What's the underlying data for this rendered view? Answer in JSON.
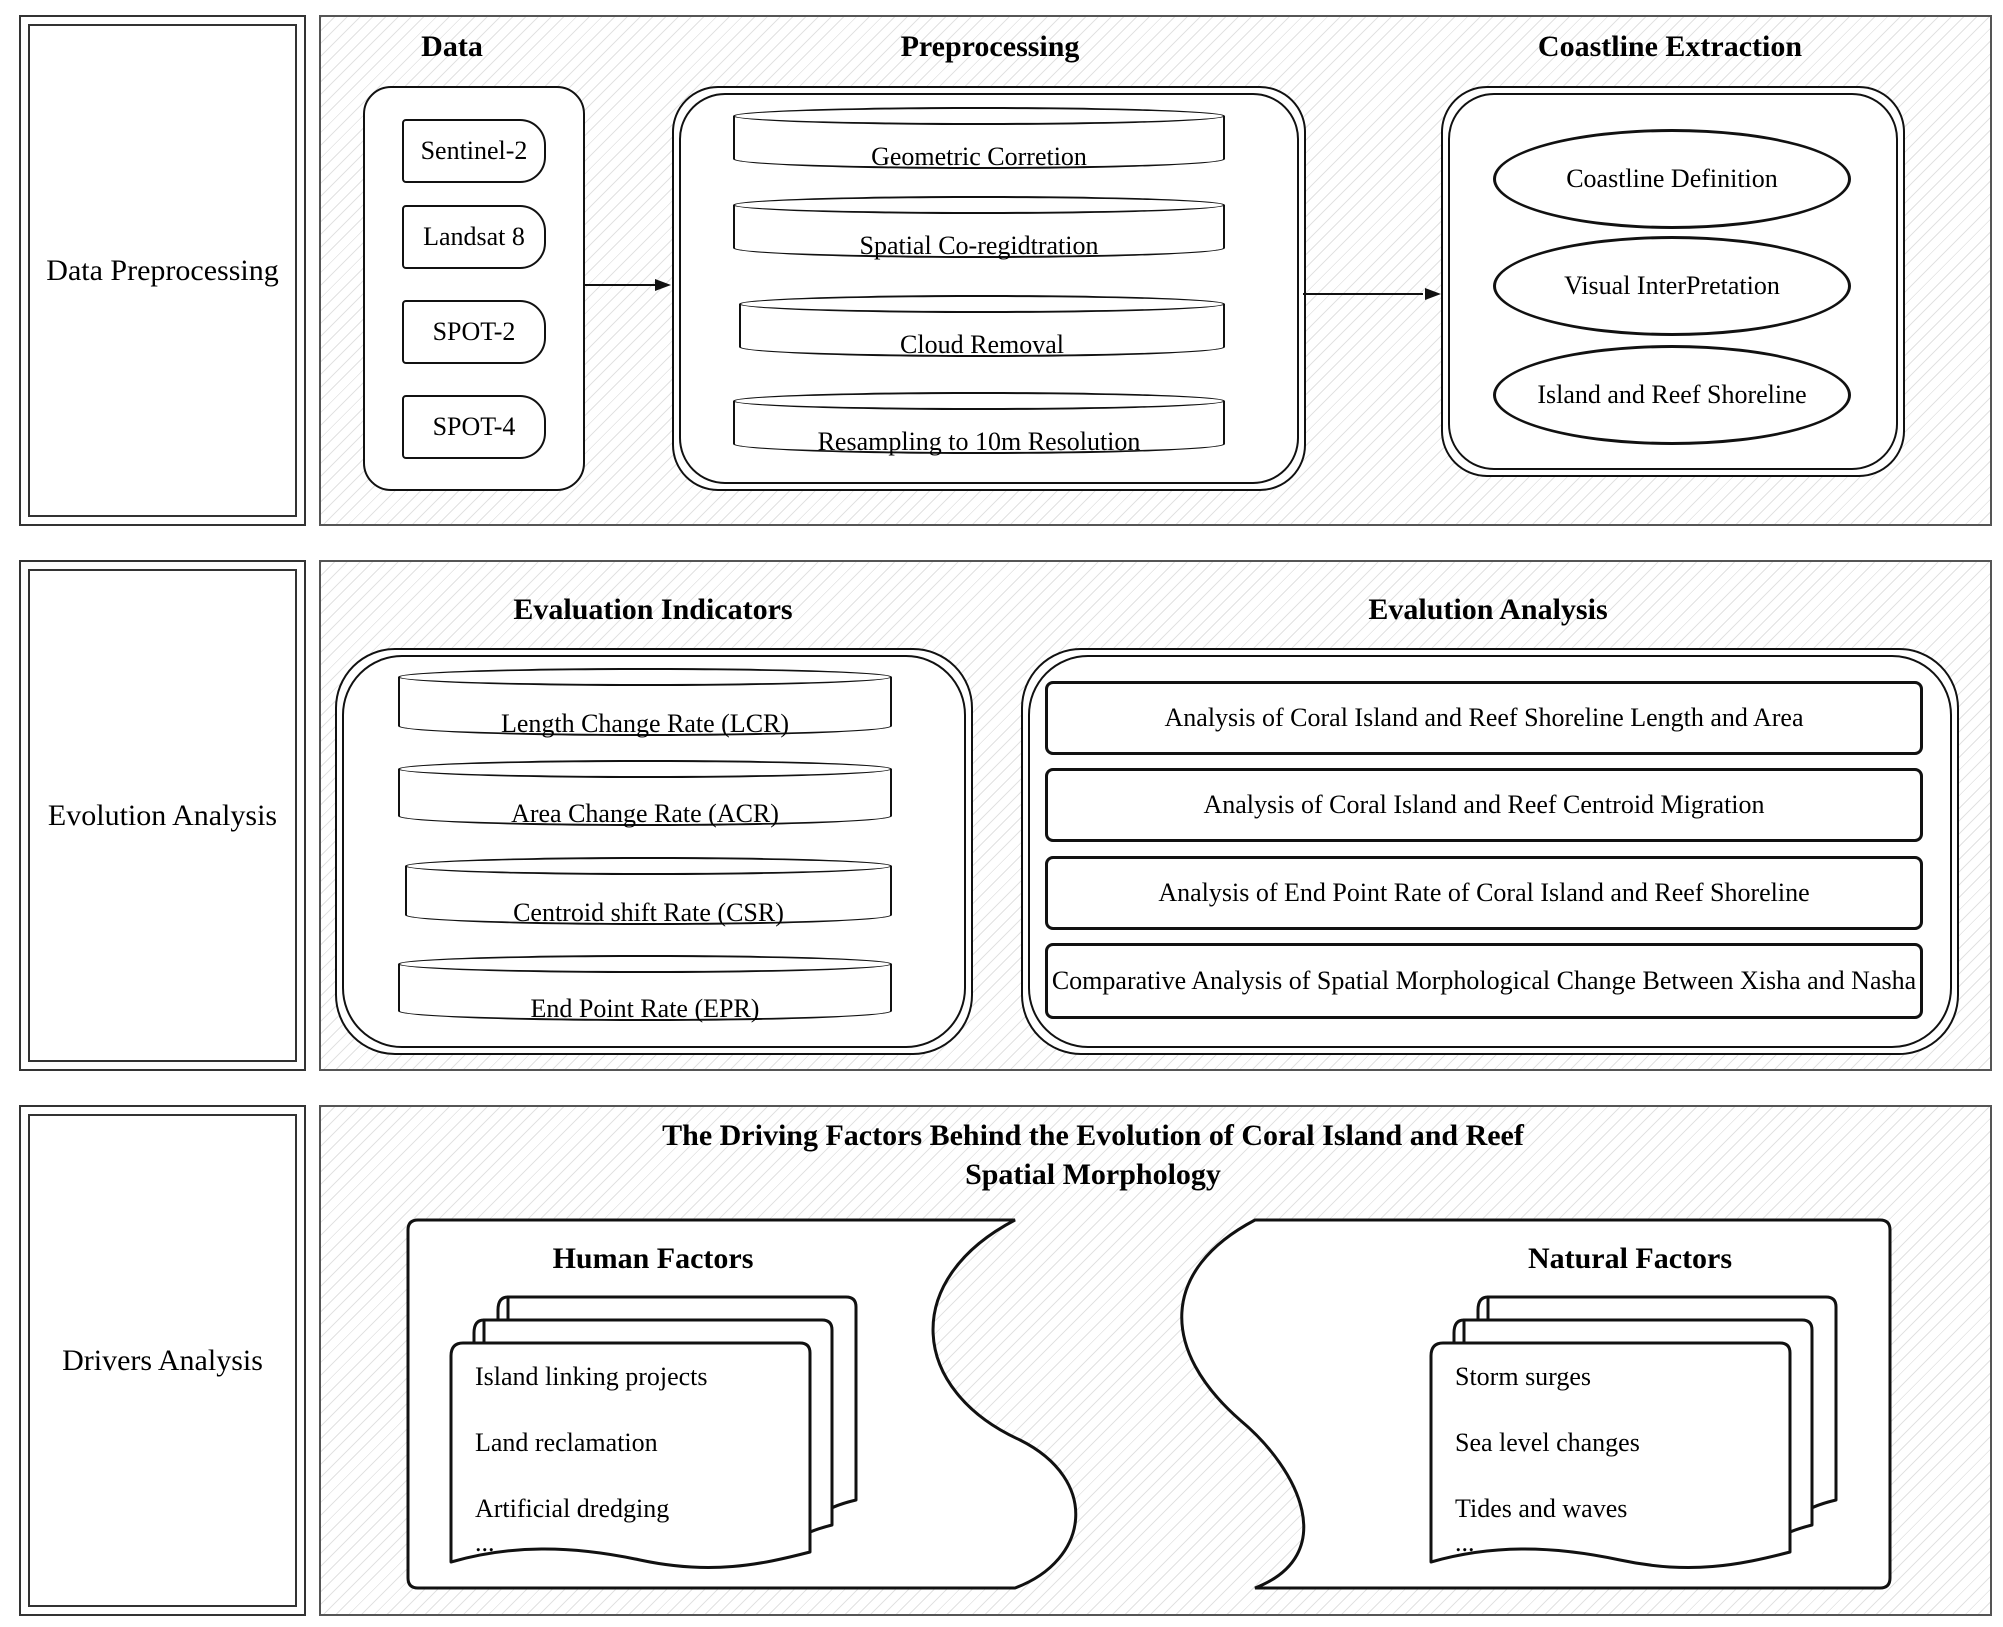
{
  "rows": {
    "data_preprocessing": {
      "label": "Data Preprocessing",
      "data_heading": "Data",
      "data_sources": [
        "Sentinel-2",
        "Landsat 8",
        "SPOT-2",
        "SPOT-4"
      ],
      "preprocessing_heading": "Preprocessing",
      "preprocessing_steps": [
        "Geometric Corretion",
        "Spatial Co-regidtration",
        "Cloud Removal",
        "Resampling to 10m Resolution"
      ],
      "extraction_heading": "Coastline Extraction",
      "extraction_steps": [
        "Coastline Definition",
        "Visual InterPretation",
        "Island and Reef Shoreline"
      ]
    },
    "evolution_analysis": {
      "label": "Evolution Analysis",
      "indicators_heading": "Evaluation Indicators",
      "indicators": [
        "Length Change Rate (LCR)",
        "Area Change Rate (ACR)",
        "Centroid shift Rate (CSR)",
        "End Point Rate (EPR)"
      ],
      "analysis_heading": "Evalution Analysis",
      "analyses": [
        "Analysis of Coral Island and Reef Shoreline Length and Area",
        "Analysis of Coral Island and Reef Centroid Migration",
        "Analysis of End Point Rate of Coral Island and Reef Shoreline",
        "Comparative Analysis of Spatial Morphological Change Between Xisha and Nasha"
      ]
    },
    "drivers_analysis": {
      "label": "Drivers Analysis",
      "heading_line1": "The Driving Factors Behind the Evolution of Coral Island and Reef",
      "heading_line2": "Spatial Morphology",
      "human_heading": "Human Factors",
      "human_factors": [
        "Island linking projects",
        "Land reclamation",
        "Artificial dredging",
        "..."
      ],
      "natural_heading": "Natural Factors",
      "natural_factors": [
        "Storm surges",
        "Sea level changes",
        "Tides and waves",
        "..."
      ]
    }
  }
}
